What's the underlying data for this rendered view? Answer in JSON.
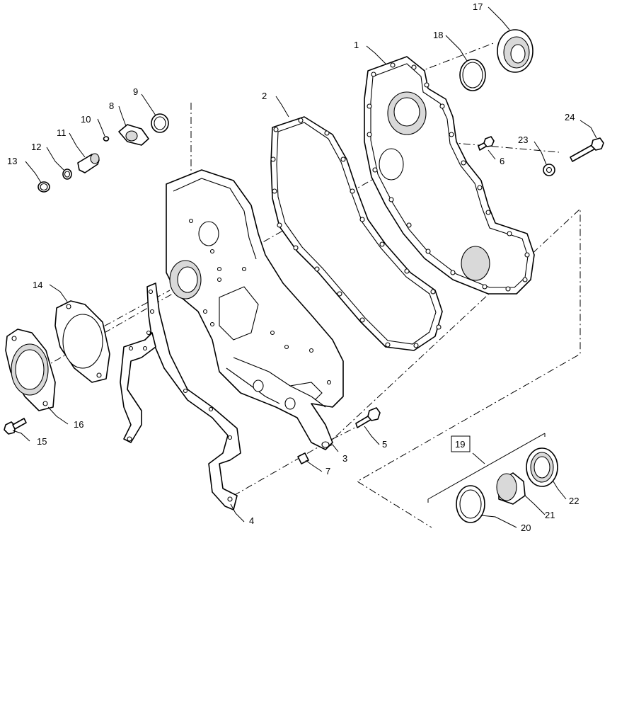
{
  "callouts": [
    {
      "id": "c1",
      "text": "1"
    },
    {
      "id": "c2",
      "text": "2"
    },
    {
      "id": "c3",
      "text": "3"
    },
    {
      "id": "c4",
      "text": "4"
    },
    {
      "id": "c5",
      "text": "5"
    },
    {
      "id": "c6",
      "text": "6"
    },
    {
      "id": "c7",
      "text": "7"
    },
    {
      "id": "c8",
      "text": "8"
    },
    {
      "id": "c9",
      "text": "9"
    },
    {
      "id": "c10",
      "text": "10"
    },
    {
      "id": "c11",
      "text": "11"
    },
    {
      "id": "c12",
      "text": "12"
    },
    {
      "id": "c13",
      "text": "13"
    },
    {
      "id": "c14",
      "text": "14"
    },
    {
      "id": "c15",
      "text": "15"
    },
    {
      "id": "c16",
      "text": "16"
    },
    {
      "id": "c17",
      "text": "17"
    },
    {
      "id": "c18",
      "text": "18"
    },
    {
      "id": "c19",
      "text": "19"
    },
    {
      "id": "c20",
      "text": "20"
    },
    {
      "id": "c21",
      "text": "21"
    },
    {
      "id": "c22",
      "text": "22"
    },
    {
      "id": "c23",
      "text": "23"
    },
    {
      "id": "c24",
      "text": "24"
    }
  ],
  "boxed_callout": "19",
  "colors": {
    "line": "#000000",
    "background": "#ffffff",
    "shade": "#d9d9d9"
  }
}
